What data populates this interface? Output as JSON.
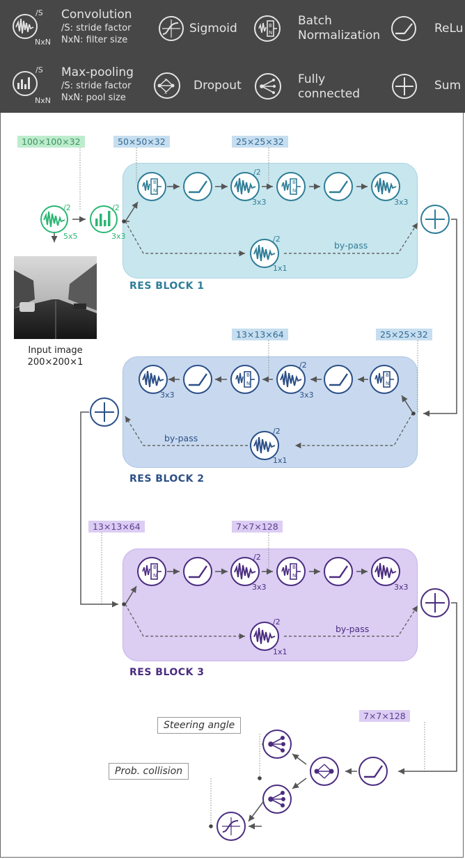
{
  "legend": {
    "conv_title": "Convolution",
    "conv_line1": "/S: stride factor",
    "conv_line2": "NxN: filter size",
    "conv_icon_s": "/S",
    "conv_icon_n": "NxN",
    "sigmoid": "Sigmoid",
    "batch_line1": "Batch",
    "batch_line2": "Normalization",
    "relu": "ReLu",
    "pool_title": "Max-pooling",
    "pool_line1": "/S: stride factor",
    "pool_line2": "NxN: pool size",
    "pool_icon_s": "/S",
    "pool_icon_n": "NxN",
    "dropout": "Dropout",
    "fc_line1": "Fully",
    "fc_line2": "connected",
    "sum": "Sum"
  },
  "tags": {
    "t1": "100×100×32",
    "t2": "50×50×32",
    "t3": "25×25×32",
    "t4": "13×13×64",
    "t5": "25×25×32",
    "t6": "13×13×64",
    "t7": "7×7×128",
    "t8": "7×7×128"
  },
  "input": {
    "conv_stride": "/2",
    "conv_size": "5x5",
    "pool_stride": "/2",
    "pool_size": "3x3",
    "caption_line1": "Input image",
    "caption_line2": "200×200×1"
  },
  "blocks": [
    {
      "label": "RES BLOCK 1",
      "s1": "/2",
      "k1": "3x3",
      "k2": "3x3",
      "bs": "/2",
      "bk": "1x1",
      "bypass": "by-pass"
    },
    {
      "label": "RES BLOCK 2",
      "s1": "/2",
      "k1": "3x3",
      "k2": "3x3",
      "bs": "/2",
      "bk": "1x1",
      "bypass": "by-pass"
    },
    {
      "label": "RES BLOCK 3",
      "s1": "/2",
      "k1": "3x3",
      "k2": "3x3",
      "bs": "/2",
      "bk": "1x1",
      "bypass": "by-pass"
    }
  ],
  "outputs": {
    "steering": "Steering angle",
    "collision": "Prob. collision"
  },
  "colors": {
    "green": "#2bb673",
    "teal": "#2e7d97",
    "blue": "#2b4f86",
    "purple": "#4b2c80",
    "legend_bg": "#474747",
    "legend_fg": "#e4e4e4"
  }
}
